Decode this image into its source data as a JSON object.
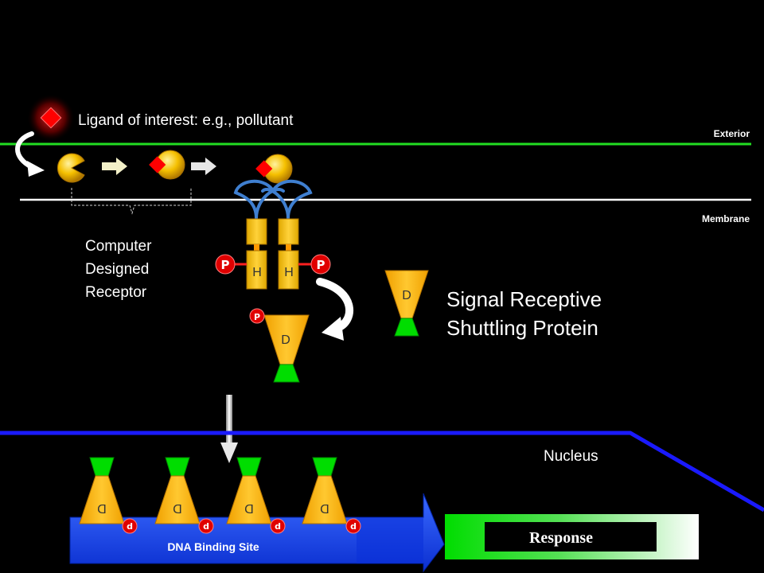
{
  "labels": {
    "ligand": "Ligand of interest:  e.g., pollutant",
    "exterior": "Exterior",
    "membrane": "Membrane",
    "receptor": [
      "Computer",
      "Designed",
      "Receptor"
    ],
    "shuttling": [
      "Signal Receptive",
      "Shuttling Protein"
    ],
    "nucleus": "Nucleus",
    "dna_site": "DNA Binding Site",
    "response": "Response"
  },
  "symbols": {
    "phospho": "P",
    "histidine": "H",
    "domain": "D",
    "dna_tag": "d"
  },
  "colors": {
    "exterior_line": "#22dd22",
    "membrane_line": "#ffffff",
    "nucleus_line": "#1a1aff",
    "ligand": "#ff0000",
    "receptor_body": "#f5c000",
    "linker": "#3f7fd0",
    "dna_box": "#1040ff",
    "response_green": "#00dd00"
  }
}
